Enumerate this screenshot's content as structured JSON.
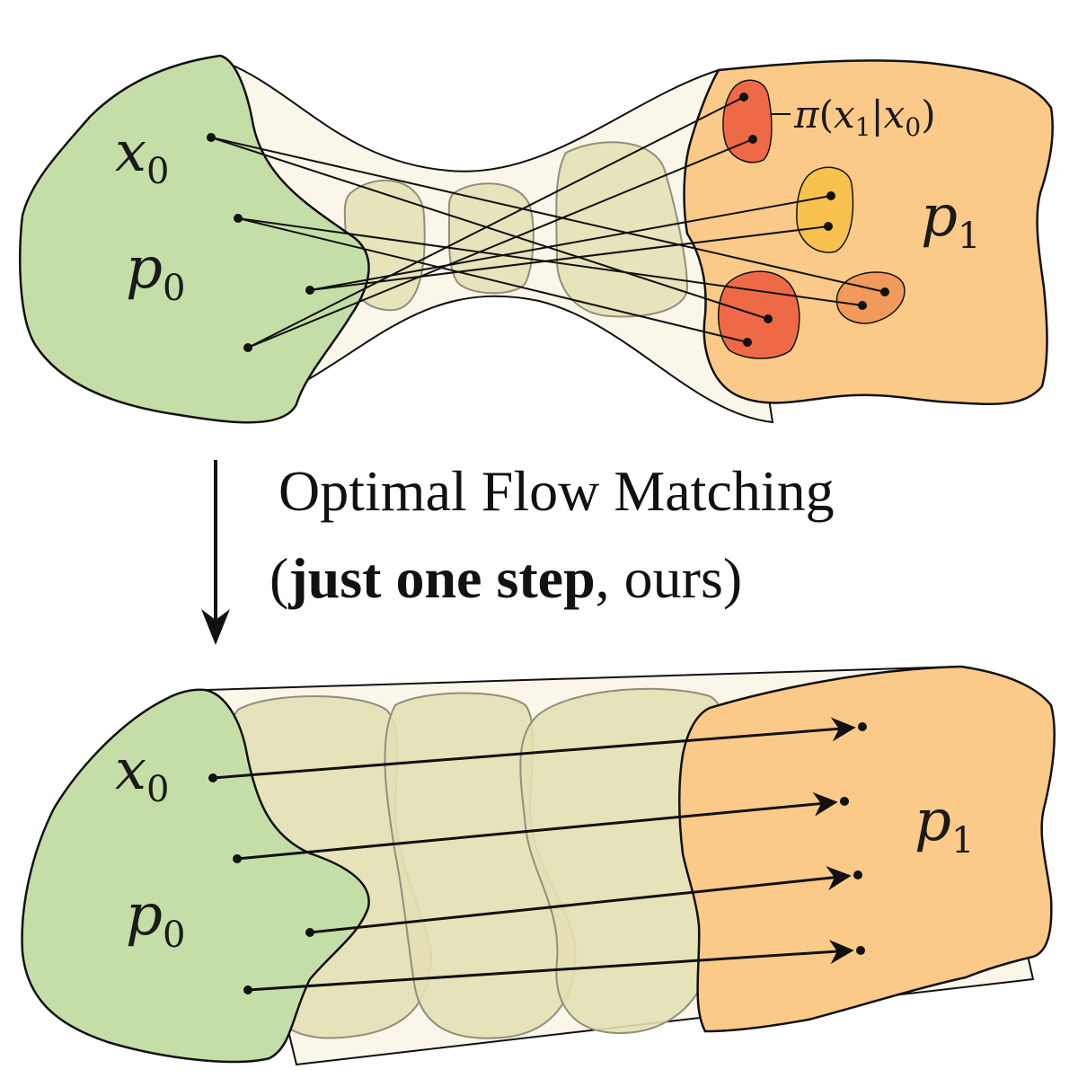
{
  "colors": {
    "p0_fill": "#c5dea7",
    "p1_fill": "#fcca88",
    "tube_fill": "#faf6ea",
    "intermediate_fill": "#e3e0b4",
    "intermediate_stroke": "#8f8f7a",
    "cluster_red": "#ee6a47",
    "cluster_orange": "#f19a5b",
    "cluster_yellow": "#f9c24e",
    "outline": "#111111"
  },
  "top_diagram": {
    "source_point_label_base": "x",
    "source_point_label_sub": "0",
    "source_dist_label_base": "p",
    "source_dist_label_sub": "0",
    "target_dist_label_base": "p",
    "target_dist_label_sub": "1",
    "coupling_label": {
      "pi": "π",
      "open": "(",
      "x1_base": "x",
      "x1_sub": "1",
      "bar": "|",
      "x0_base": "x",
      "x0_sub": "0",
      "close": ")"
    }
  },
  "caption": {
    "line1": "Optimal Flow Matching",
    "open_paren": "(",
    "bold": "just one step",
    "rest": ", ours)"
  },
  "bottom_diagram": {
    "source_point_label_base": "x",
    "source_point_label_sub": "0",
    "source_dist_label_base": "p",
    "source_dist_label_sub": "0",
    "target_dist_label_base": "p",
    "target_dist_label_sub": "1"
  },
  "icons": {
    "down_arrow": "arrow-down-icon"
  }
}
